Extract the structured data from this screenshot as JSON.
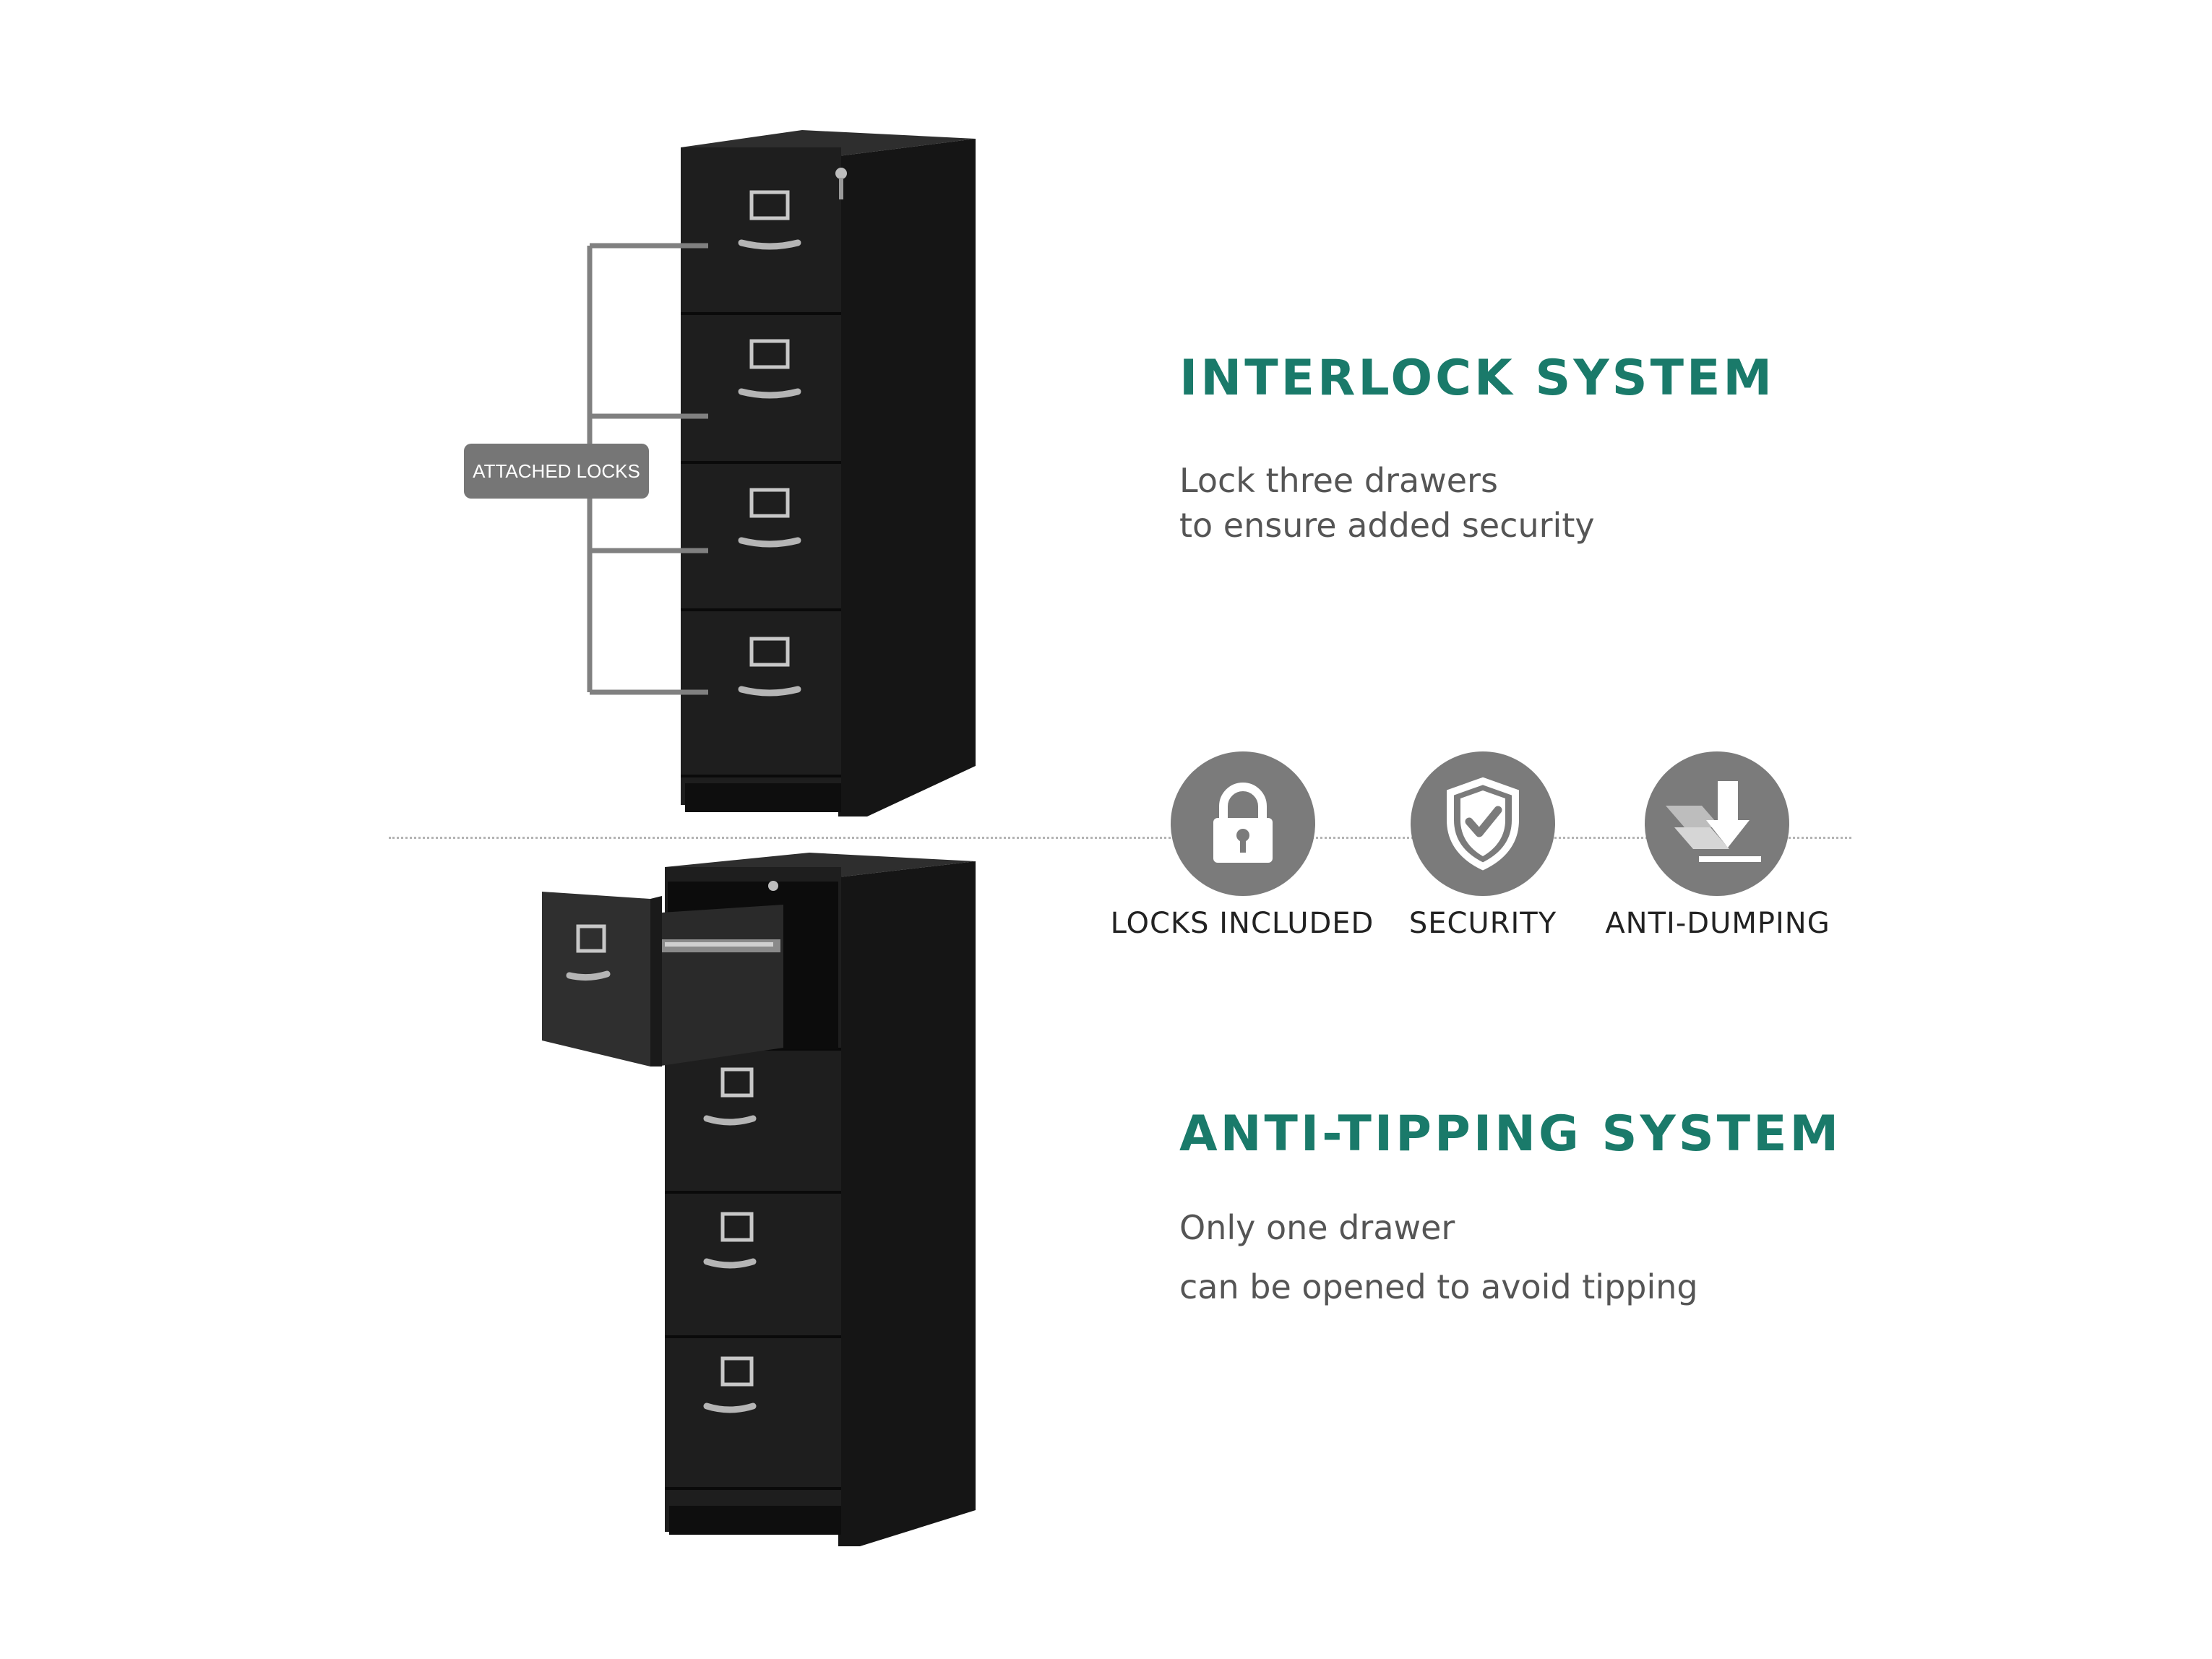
{
  "callout": {
    "attached_locks_label": "ATTACHED LOCKS"
  },
  "interlock": {
    "title": "INTERLOCK SYSTEM",
    "lines": [
      "Lock three drawers",
      "to ensure added security"
    ]
  },
  "features": [
    {
      "label": "LOCKS INCLUDED",
      "icon": "padlock-icon"
    },
    {
      "label": "SECURITY",
      "icon": "shield-check-icon"
    },
    {
      "label": "ANTI-DUMPING",
      "icon": "down-arrow-icon"
    }
  ],
  "anti_tipping": {
    "title": "ANTI-TIPPING SYSTEM",
    "lines": [
      "Only one drawer",
      "can be opened to avoid tipping"
    ]
  },
  "colors": {
    "accent": "#1a7a6a",
    "icon_circle": "#7b7b7b",
    "cabinet": "#1c1c1c"
  }
}
